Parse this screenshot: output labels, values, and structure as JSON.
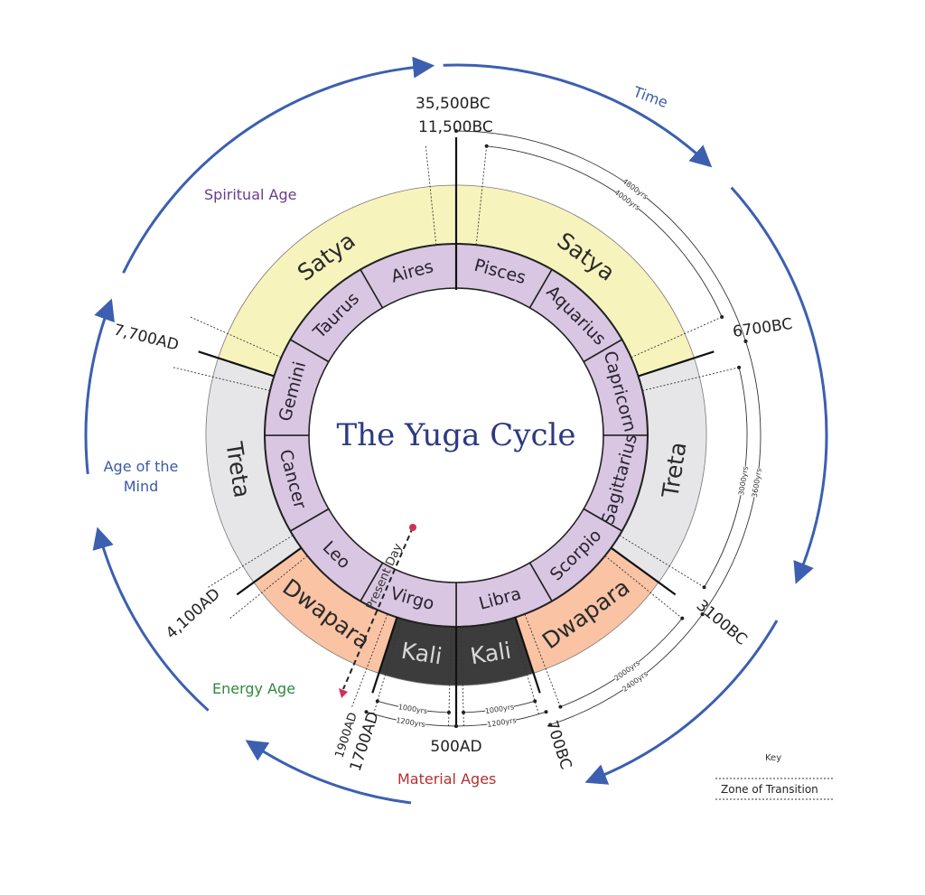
{
  "title": "The Yuga Cycle",
  "time_label": "Time",
  "ages": {
    "spiritual": {
      "label": "Spiritual Age",
      "color": "#6a3c8c"
    },
    "mind": {
      "label_line1": "Age of the",
      "label_line2": "Mind",
      "color": "#3a5aa8"
    },
    "energy": {
      "label": "Energy Age",
      "color": "#2f8a3c"
    },
    "material": {
      "label": "Material Ages",
      "color": "#b03030"
    }
  },
  "zodiac": [
    {
      "name": "Pisces"
    },
    {
      "name": "Aquarius"
    },
    {
      "name": "Capricorn"
    },
    {
      "name": "Sagittarius"
    },
    {
      "name": "Scorpio"
    },
    {
      "name": "Libra"
    },
    {
      "name": "Virgo"
    },
    {
      "name": "Leo"
    },
    {
      "name": "Cancer"
    },
    {
      "name": "Gemini"
    },
    {
      "name": "Taurus"
    },
    {
      "name": "Aires"
    }
  ],
  "yugas": [
    {
      "name": "Satya",
      "years": 4800,
      "color": "#f7f3bd"
    },
    {
      "name": "Treta",
      "years": 3600,
      "color": "#e6e6e8"
    },
    {
      "name": "Dwapara",
      "years": 2400,
      "color": "#f9c3a4"
    },
    {
      "name": "Kali",
      "years": 1200,
      "color": "#3c3c3c"
    },
    {
      "name": "Kali",
      "years": 1200,
      "color": "#3c3c3c"
    },
    {
      "name": "Dwapara",
      "years": 2400,
      "color": "#f9c3a4"
    },
    {
      "name": "Treta",
      "years": 3600,
      "color": "#e6e6e8"
    },
    {
      "name": "Satya",
      "years": 4800,
      "color": "#f7f3bd"
    }
  ],
  "zodiac_color": "#d9c6e2",
  "arrow_color": "#3c5fb0",
  "dates": {
    "top_line1": "35,500BC",
    "top_line2": "11,500BC",
    "d6700bc": "6700BC",
    "d3100bc": "3100BC",
    "d700bc": "700BC",
    "d500ad": "500AD",
    "d1700ad": "1700AD",
    "d1900ad": "1900AD",
    "d4100ad": "4,100AD",
    "d7700ad": "7,700AD"
  },
  "durations": {
    "satya_outer": "4800yrs",
    "satya_inner": "4000yrs",
    "treta_outer": "3600yrs",
    "treta_inner": "3000yrs",
    "dwapara_outer": "2400yrs",
    "dwapara_inner": "2000yrs",
    "kali_right_outer": "1200yrs",
    "kali_right_inner": "1000yrs",
    "kali_left_outer": "1200yrs",
    "kali_left_inner": "1000yrs"
  },
  "present_day": {
    "label": "Present Day",
    "color": "#d0305a"
  },
  "key": {
    "title": "Key",
    "label": "Zone of Transition"
  }
}
